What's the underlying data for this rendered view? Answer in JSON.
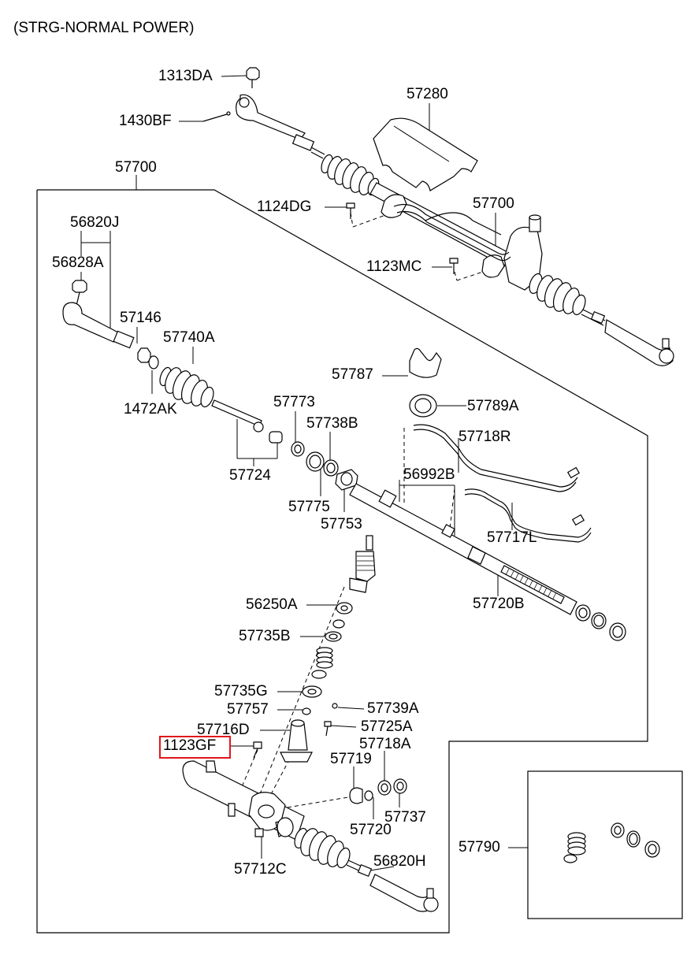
{
  "header": {
    "title": "(STRG-NORMAL POWER)"
  },
  "highlight_color": "#e0161b",
  "labels": {
    "p1313DA": "1313DA",
    "p1430BF": "1430BF",
    "p57280": "57280",
    "p57700_outer": "57700",
    "p1124DG": "1124DG",
    "p57700_inner": "57700",
    "p1123MC": "1123MC",
    "p56820J": "56820J",
    "p56828A": "56828A",
    "p57146": "57146",
    "p57740A": "57740A",
    "p1472AK": "1472AK",
    "p57787": "57787",
    "p57789A": "57789A",
    "p57773": "57773",
    "p57738B": "57738B",
    "p57718R": "57718R",
    "p57724": "57724",
    "p56992B": "56992B",
    "p57775": "57775",
    "p57753": "57753",
    "p57717L": "57717L",
    "p56250A": "56250A",
    "p57720B": "57720B",
    "p57735B": "57735B",
    "p57735G": "57735G",
    "p57757": "57757",
    "p57739A": "57739A",
    "p57716D": "57716D",
    "p57725A": "57725A",
    "p1123GF": "1123GF",
    "p57718A": "57718A",
    "p57719": "57719",
    "p57737": "57737",
    "p57720": "57720",
    "p57790": "57790",
    "p56820H": "56820H",
    "p57712C": "57712C"
  }
}
